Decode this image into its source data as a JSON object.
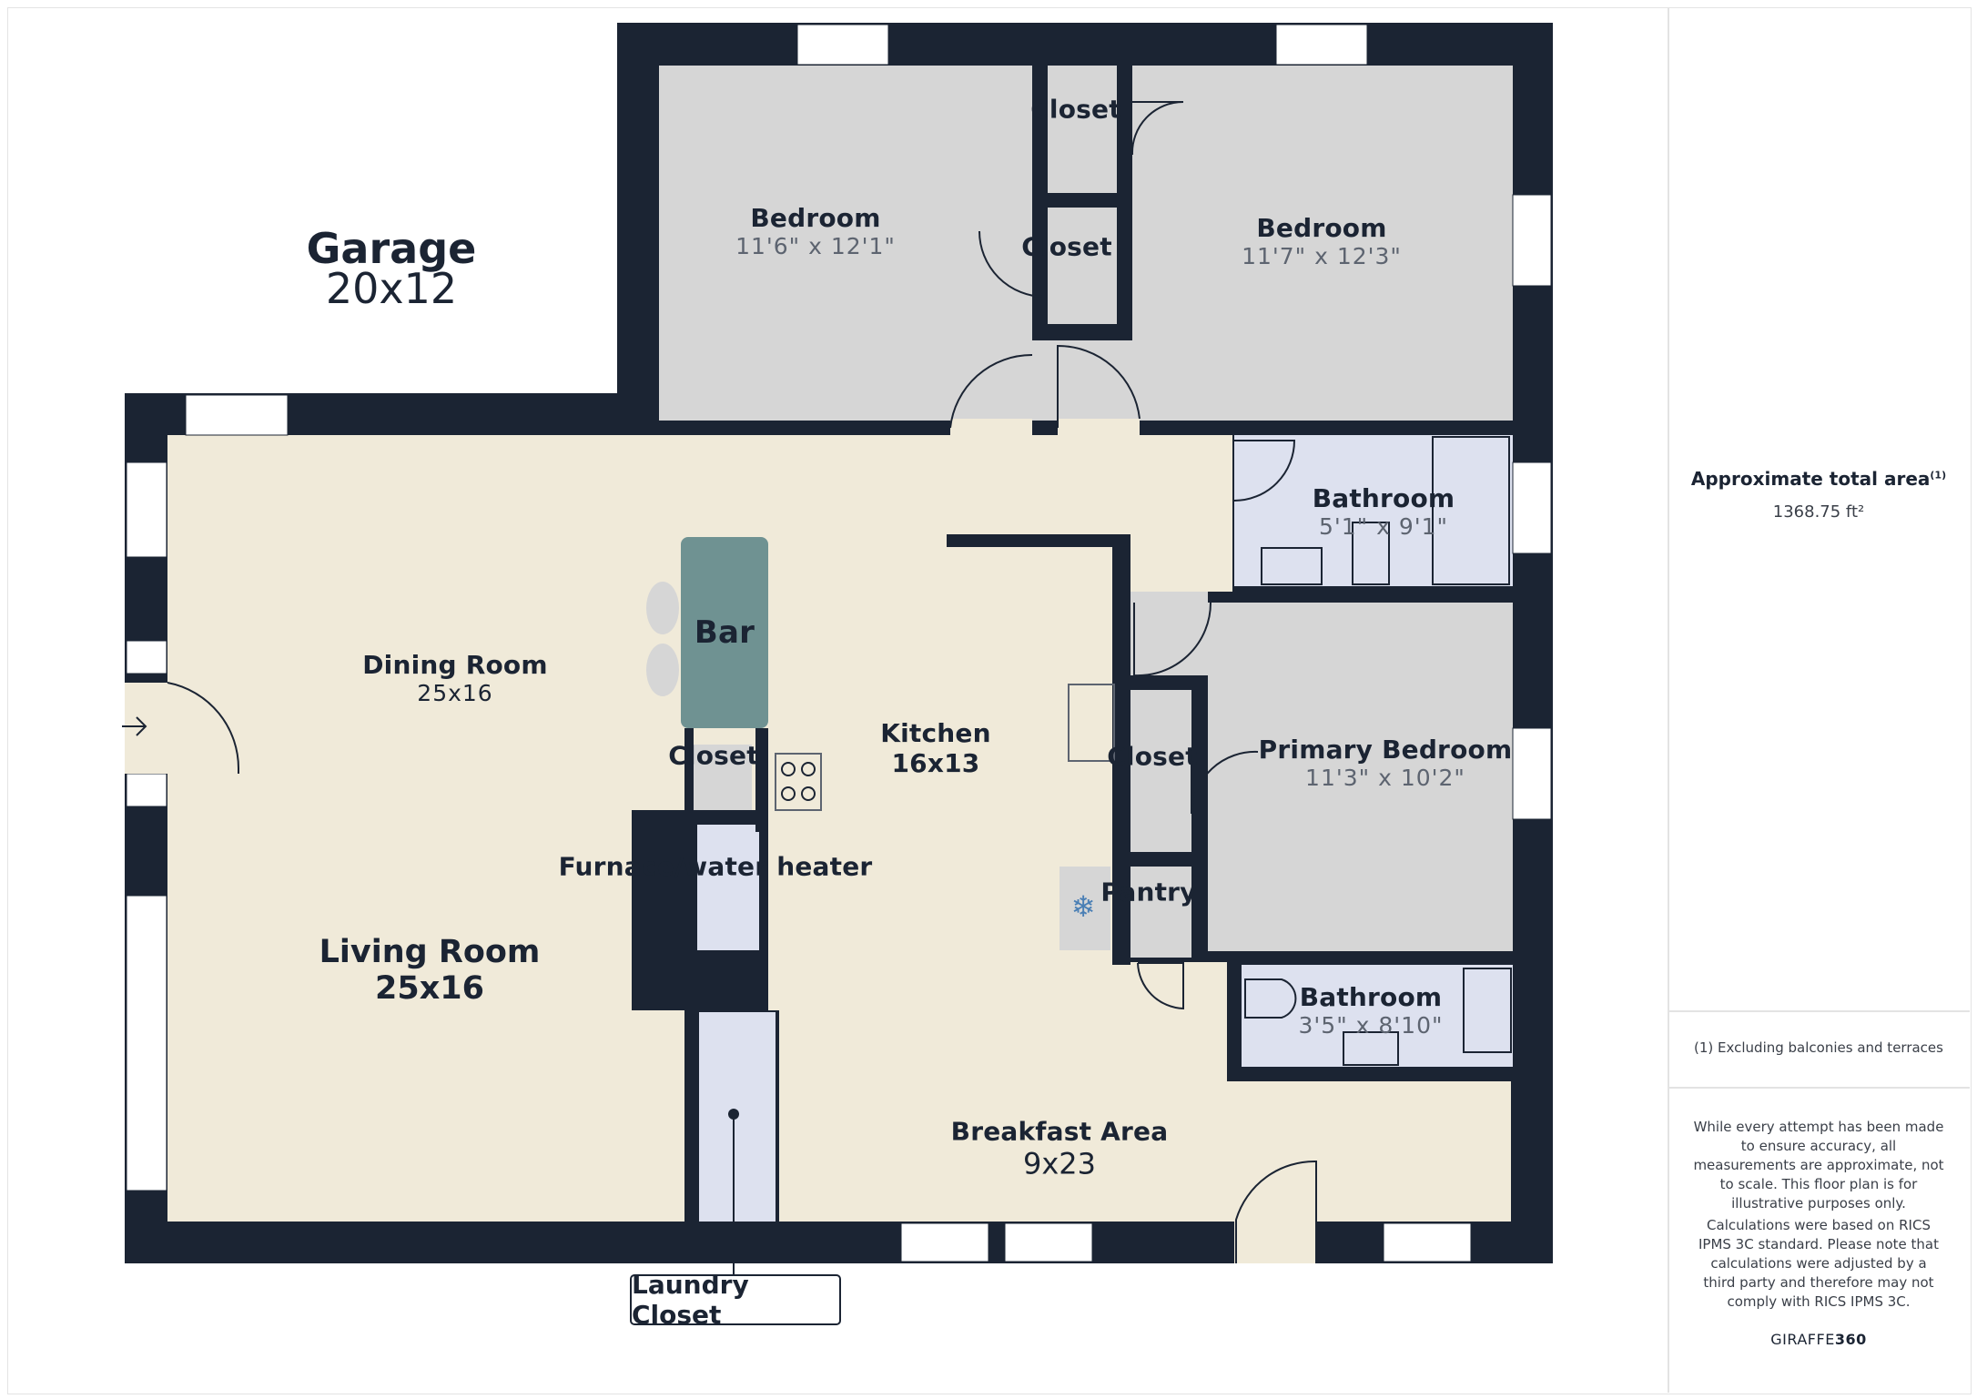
{
  "rooms": {
    "garage": {
      "name": "Garage",
      "dims": "20x12"
    },
    "bedroom_1": {
      "name": "Bedroom",
      "dims": "11'6\" x 12'1\""
    },
    "bedroom_2": {
      "name": "Bedroom",
      "dims": "11'7\" x 12'3\""
    },
    "closet_1": {
      "name": "Closet"
    },
    "closet_2": {
      "name": "Closet"
    },
    "closet_3": {
      "name": "Closet"
    },
    "closet_4": {
      "name": "Closet"
    },
    "bathroom_1": {
      "name": "Bathroom",
      "dims": "5'1\" x 9'1\""
    },
    "bathroom_2": {
      "name": "Bathroom",
      "dims": "3'5\" x 8'10\""
    },
    "primary_bedroom": {
      "name": "Primary Bedroom",
      "dims": "11'3\" x 10'2\""
    },
    "dining_room": {
      "name": "Dining Room",
      "dims": "25x16"
    },
    "living_room": {
      "name": "Living Room",
      "dims": "25x16"
    },
    "kitchen": {
      "name": "Kitchen",
      "dims": "16x13"
    },
    "bar": {
      "name": "Bar"
    },
    "furnace": {
      "name": "Furnace/water heater"
    },
    "pantry": {
      "name": "Pantry"
    },
    "breakfast_area": {
      "name": "Breakfast Area",
      "dims": "9x23"
    },
    "laundry_closet": {
      "name": "Laundry Closet"
    }
  },
  "sidebar": {
    "area_title": "Approximate total area",
    "area_footnote_mark": "(1)",
    "area_value": "1368.75 ft²",
    "footnote": "(1) Excluding balconies and terraces",
    "disclaimer_1": "While every attempt has been made to ensure accuracy, all measurements are approximate, not to scale. This floor plan is for illustrative purposes only.",
    "disclaimer_2": "Calculations were based on RICS IPMS 3C standard. Please note that calculations were adjusted by a third party and therefore may not comply with RICS IPMS 3C.",
    "brand_light": "GIRAFFE",
    "brand_bold": "360"
  },
  "colors": {
    "wall": "#1b2433",
    "living_floor": "#f0ead9",
    "bedroom_floor": "#d6d6d6",
    "bath_floor": "#dde1ef",
    "bar": "#6f9292",
    "window": "#ffffff"
  }
}
